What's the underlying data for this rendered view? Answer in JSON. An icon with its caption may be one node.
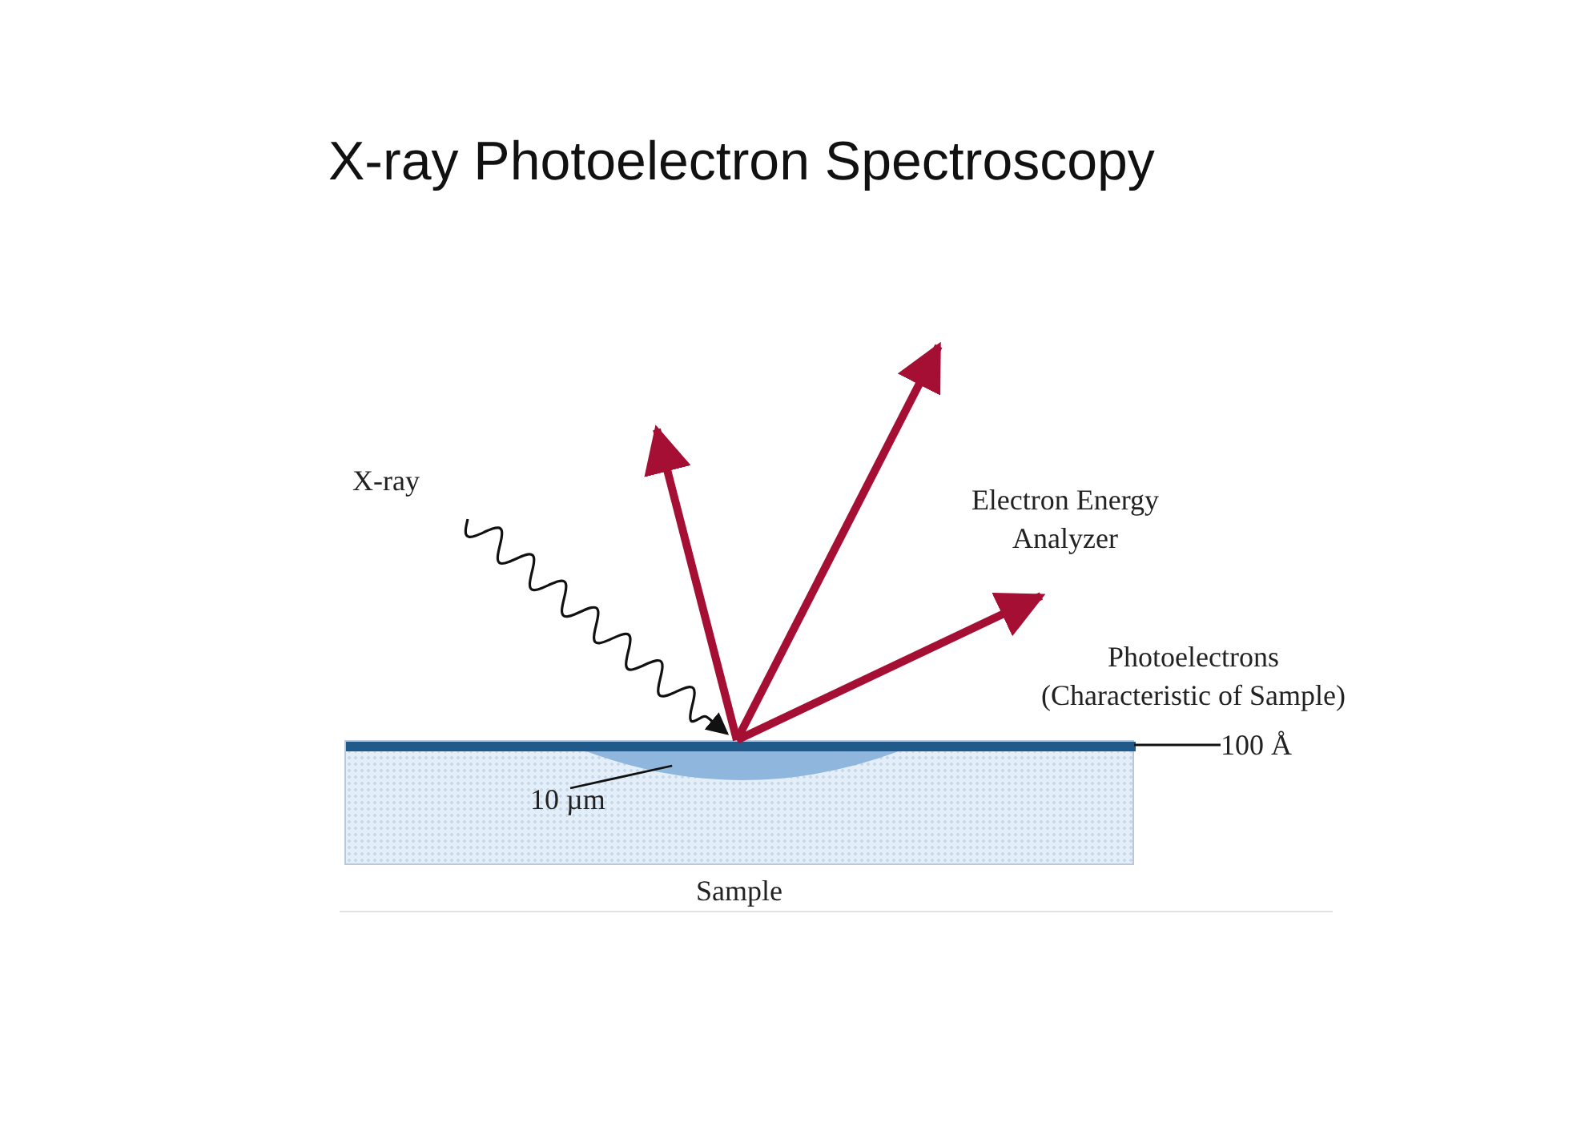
{
  "diagram": {
    "title": "X-ray Photoelectron Spectroscopy",
    "nodes": [
      {
        "text": [],
        "shape": "box",
        "beside": [
          "Sample"
        ]
      },
      {
        "text": [],
        "shape": "bar",
        "in": 0
      },
      {
        "text": [],
        "shape": "dome",
        "in": 0
      },
      {
        "text": [
          "X-ray"
        ]
      },
      {
        "text": [
          "10 µm"
        ],
        "in": 0
      },
      {
        "text": [
          "100 Å"
        ]
      }
    ],
    "edges": [
      {
        "from": 3,
        "to": 1,
        "arrow": "to",
        "color": "#111111"
      },
      {
        "from": 1,
        "to": null,
        "arrow": "to",
        "style": "thick",
        "color": "#a50f33"
      },
      {
        "from": 1,
        "to": null,
        "arrow": "to",
        "style": "thick",
        "color": "#a50f33"
      },
      {
        "from": 1,
        "to": null,
        "arrow": "to",
        "style": "thick",
        "color": "#a50f33"
      },
      {
        "from": 4,
        "to": 2,
        "arrow": "none",
        "color": "#111111"
      },
      {
        "from": 5,
        "to": 1,
        "arrow": "none",
        "color": "#111111"
      }
    ],
    "labels": [
      "Electron Energy Analyzer",
      "Photoelectrons (Characteristic of Sample)"
    ]
  }
}
